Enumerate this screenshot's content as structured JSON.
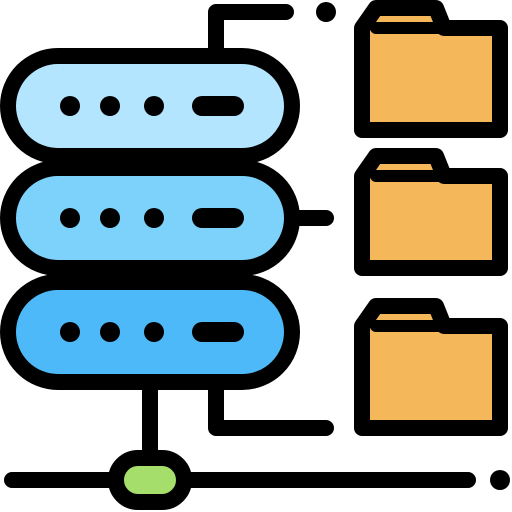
{
  "icon": {
    "name": "server-network-folders-icon",
    "colors": {
      "outline": "#000000",
      "server_top": "#B3E6FE",
      "server_middle": "#7CD2FB",
      "server_bottom": "#4DB9F8",
      "folder": "#F4B85A",
      "network_node": "#A6DE6B"
    },
    "server_units": [
      {
        "name": "server-unit-top-icon",
        "indicator_dots": 3,
        "indicator_bar": true
      },
      {
        "name": "server-unit-middle-icon",
        "indicator_dots": 3,
        "indicator_bar": true
      },
      {
        "name": "server-unit-bottom-icon",
        "indicator_dots": 3,
        "indicator_bar": true
      }
    ],
    "folders": [
      {
        "name": "folder-top-icon"
      },
      {
        "name": "folder-middle-icon"
      },
      {
        "name": "folder-bottom-icon"
      }
    ],
    "network": {
      "name": "network-line-icon",
      "node": "network-node-icon"
    }
  }
}
